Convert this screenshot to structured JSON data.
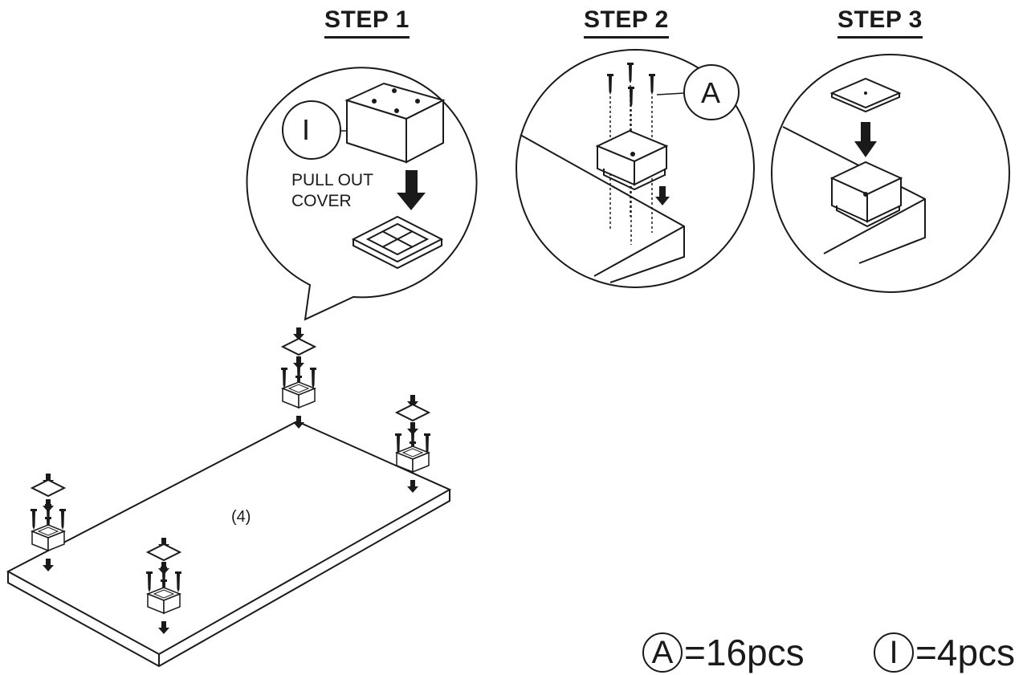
{
  "steps": {
    "step1": "STEP 1",
    "step2": "STEP 2",
    "step3": "STEP 3"
  },
  "step1": {
    "part_mark": "I",
    "instruction_line1": "PULL OUT",
    "instruction_line2": "COVER"
  },
  "step2": {
    "part_mark": "A"
  },
  "board": {
    "part_number": "(4)"
  },
  "quantities": {
    "screw_mark": "A",
    "screw_qty": "=16pcs",
    "foot_mark": "I",
    "foot_qty": "=4pcs"
  },
  "colors": {
    "line": "#1a1a1a",
    "fill": "#ffffff"
  }
}
